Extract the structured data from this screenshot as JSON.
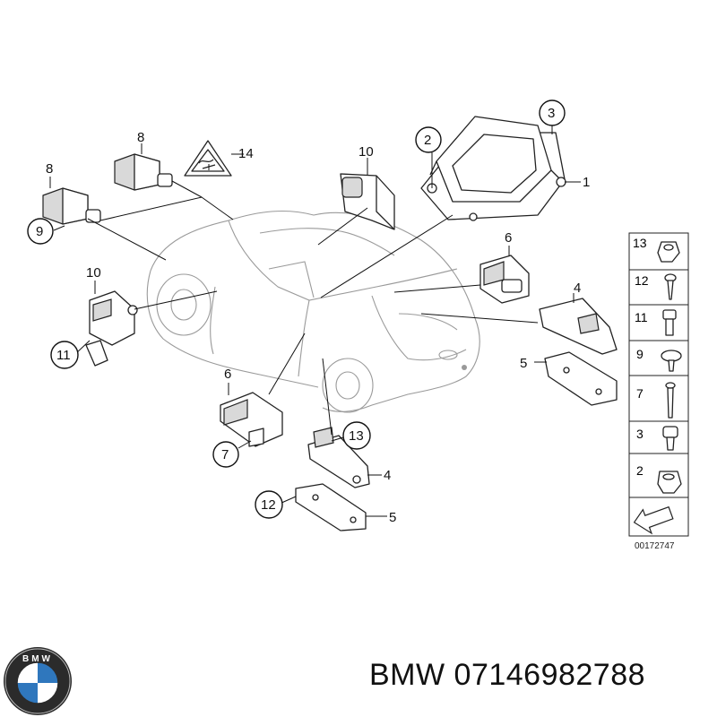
{
  "diagram": {
    "callouts": [
      {
        "id": "c1",
        "label": "1"
      },
      {
        "id": "c2",
        "label": "2"
      },
      {
        "id": "c3",
        "label": "3"
      },
      {
        "id": "c4a",
        "label": "4"
      },
      {
        "id": "c4b",
        "label": "4"
      },
      {
        "id": "c5a",
        "label": "5"
      },
      {
        "id": "c5b",
        "label": "5"
      },
      {
        "id": "c6a",
        "label": "6"
      },
      {
        "id": "c6b",
        "label": "6"
      },
      {
        "id": "c7",
        "label": "7"
      },
      {
        "id": "c8a",
        "label": "8"
      },
      {
        "id": "c8b",
        "label": "8"
      },
      {
        "id": "c9",
        "label": "9"
      },
      {
        "id": "c10a",
        "label": "10"
      },
      {
        "id": "c10b",
        "label": "10"
      },
      {
        "id": "c11",
        "label": "11"
      },
      {
        "id": "c12",
        "label": "12"
      },
      {
        "id": "c13",
        "label": "13"
      },
      {
        "id": "c14",
        "label": "14"
      }
    ],
    "fastener_legend": [
      "13",
      "12",
      "11",
      "9",
      "7",
      "3",
      "2"
    ],
    "diagram_code": "00172747"
  },
  "footer": {
    "brand": "BMW",
    "part_number": "07146982788",
    "title": "BMW 07146982788"
  },
  "logo": {
    "letters": "BMW",
    "colors": {
      "ring": "#2b2b2b",
      "blue": "#2f77bd",
      "white": "#ffffff"
    }
  }
}
